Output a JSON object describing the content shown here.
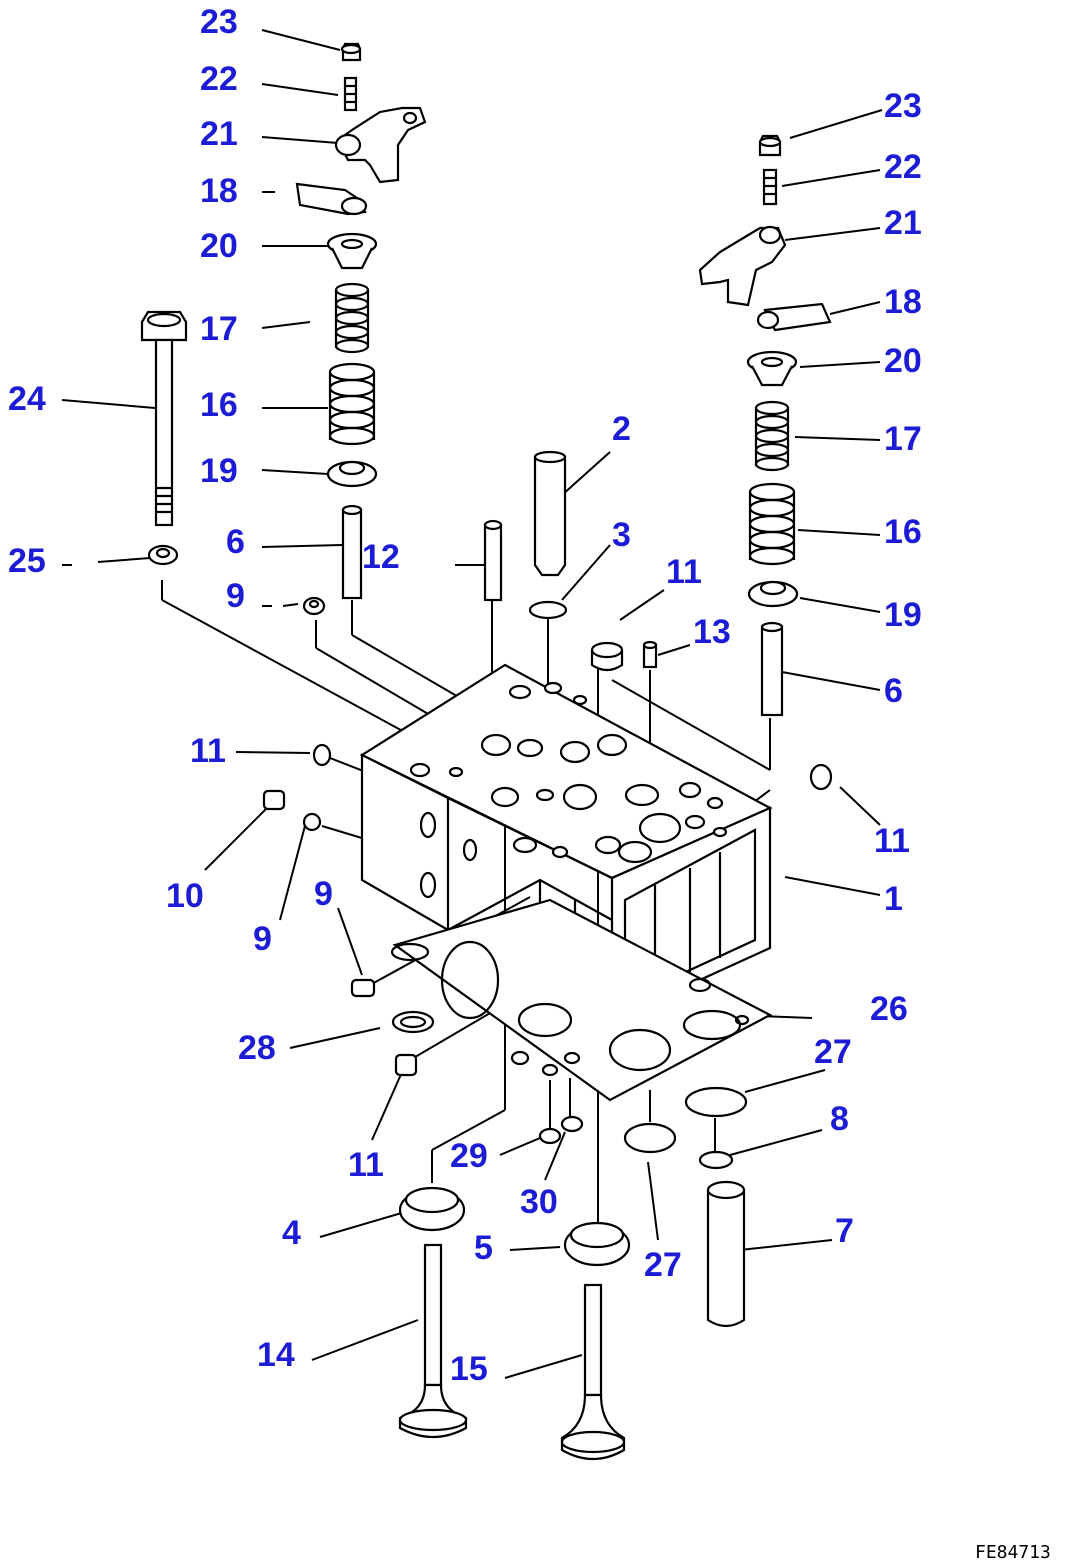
{
  "drawing_code": "FE84713",
  "callouts": [
    {
      "id": "c23a",
      "text": "23"
    },
    {
      "id": "c22a",
      "text": "22"
    },
    {
      "id": "c21a",
      "text": "21"
    },
    {
      "id": "c18a",
      "text": "18"
    },
    {
      "id": "c20a",
      "text": "20"
    },
    {
      "id": "c17a",
      "text": "17"
    },
    {
      "id": "c24",
      "text": "24"
    },
    {
      "id": "c16a",
      "text": "16"
    },
    {
      "id": "c19a",
      "text": "19"
    },
    {
      "id": "c25",
      "text": "25"
    },
    {
      "id": "c6a",
      "text": "6"
    },
    {
      "id": "c12",
      "text": "12"
    },
    {
      "id": "c9a",
      "text": "9"
    },
    {
      "id": "c2",
      "text": "2"
    },
    {
      "id": "c3",
      "text": "3"
    },
    {
      "id": "c11a",
      "text": "11"
    },
    {
      "id": "c13",
      "text": "13"
    },
    {
      "id": "c11b",
      "text": "11"
    },
    {
      "id": "c10",
      "text": "10"
    },
    {
      "id": "c9b",
      "text": "9"
    },
    {
      "id": "c9c",
      "text": "9"
    },
    {
      "id": "c28",
      "text": "28"
    },
    {
      "id": "c11c",
      "text": "11"
    },
    {
      "id": "c29",
      "text": "29"
    },
    {
      "id": "c30",
      "text": "30"
    },
    {
      "id": "c4",
      "text": "4"
    },
    {
      "id": "c5",
      "text": "5"
    },
    {
      "id": "c27a",
      "text": "27"
    },
    {
      "id": "c14",
      "text": "14"
    },
    {
      "id": "c15",
      "text": "15"
    },
    {
      "id": "c23b",
      "text": "23"
    },
    {
      "id": "c22b",
      "text": "22"
    },
    {
      "id": "c21b",
      "text": "21"
    },
    {
      "id": "c18b",
      "text": "18"
    },
    {
      "id": "c20b",
      "text": "20"
    },
    {
      "id": "c17b",
      "text": "17"
    },
    {
      "id": "c16b",
      "text": "16"
    },
    {
      "id": "c19b",
      "text": "19"
    },
    {
      "id": "c6b",
      "text": "6"
    },
    {
      "id": "c11d",
      "text": "11"
    },
    {
      "id": "c1",
      "text": "1"
    },
    {
      "id": "c26",
      "text": "26"
    },
    {
      "id": "c27b",
      "text": "27"
    },
    {
      "id": "c8",
      "text": "8"
    },
    {
      "id": "c7",
      "text": "7"
    }
  ]
}
